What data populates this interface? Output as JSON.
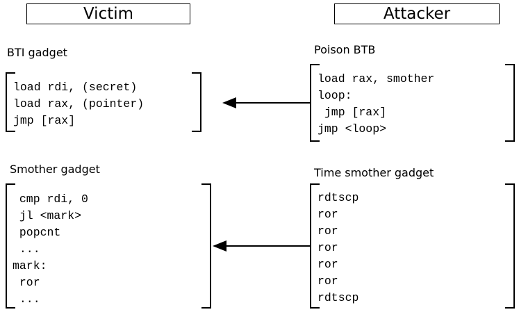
{
  "headers": {
    "victim": "Victim",
    "attacker": "Attacker"
  },
  "victim": {
    "bti": {
      "title": "BTI gadget",
      "lines": [
        "load rdi, (secret)",
        "load rax, (pointer)",
        "jmp [rax]"
      ]
    },
    "smother": {
      "title": "Smother gadget",
      "lines": [
        " cmp rdi, 0",
        " jl <mark>",
        " popcnt",
        " ...",
        "mark:",
        " ror",
        " ..."
      ]
    }
  },
  "attacker": {
    "poison": {
      "title": "Poison BTB",
      "lines": [
        "load rax, smother",
        "loop:",
        " jmp [rax]",
        "jmp <loop>"
      ]
    },
    "time": {
      "title": "Time smother gadget",
      "lines": [
        "rdtscp",
        "ror",
        "ror",
        "ror",
        "ror",
        "ror",
        "rdtscp"
      ]
    }
  }
}
